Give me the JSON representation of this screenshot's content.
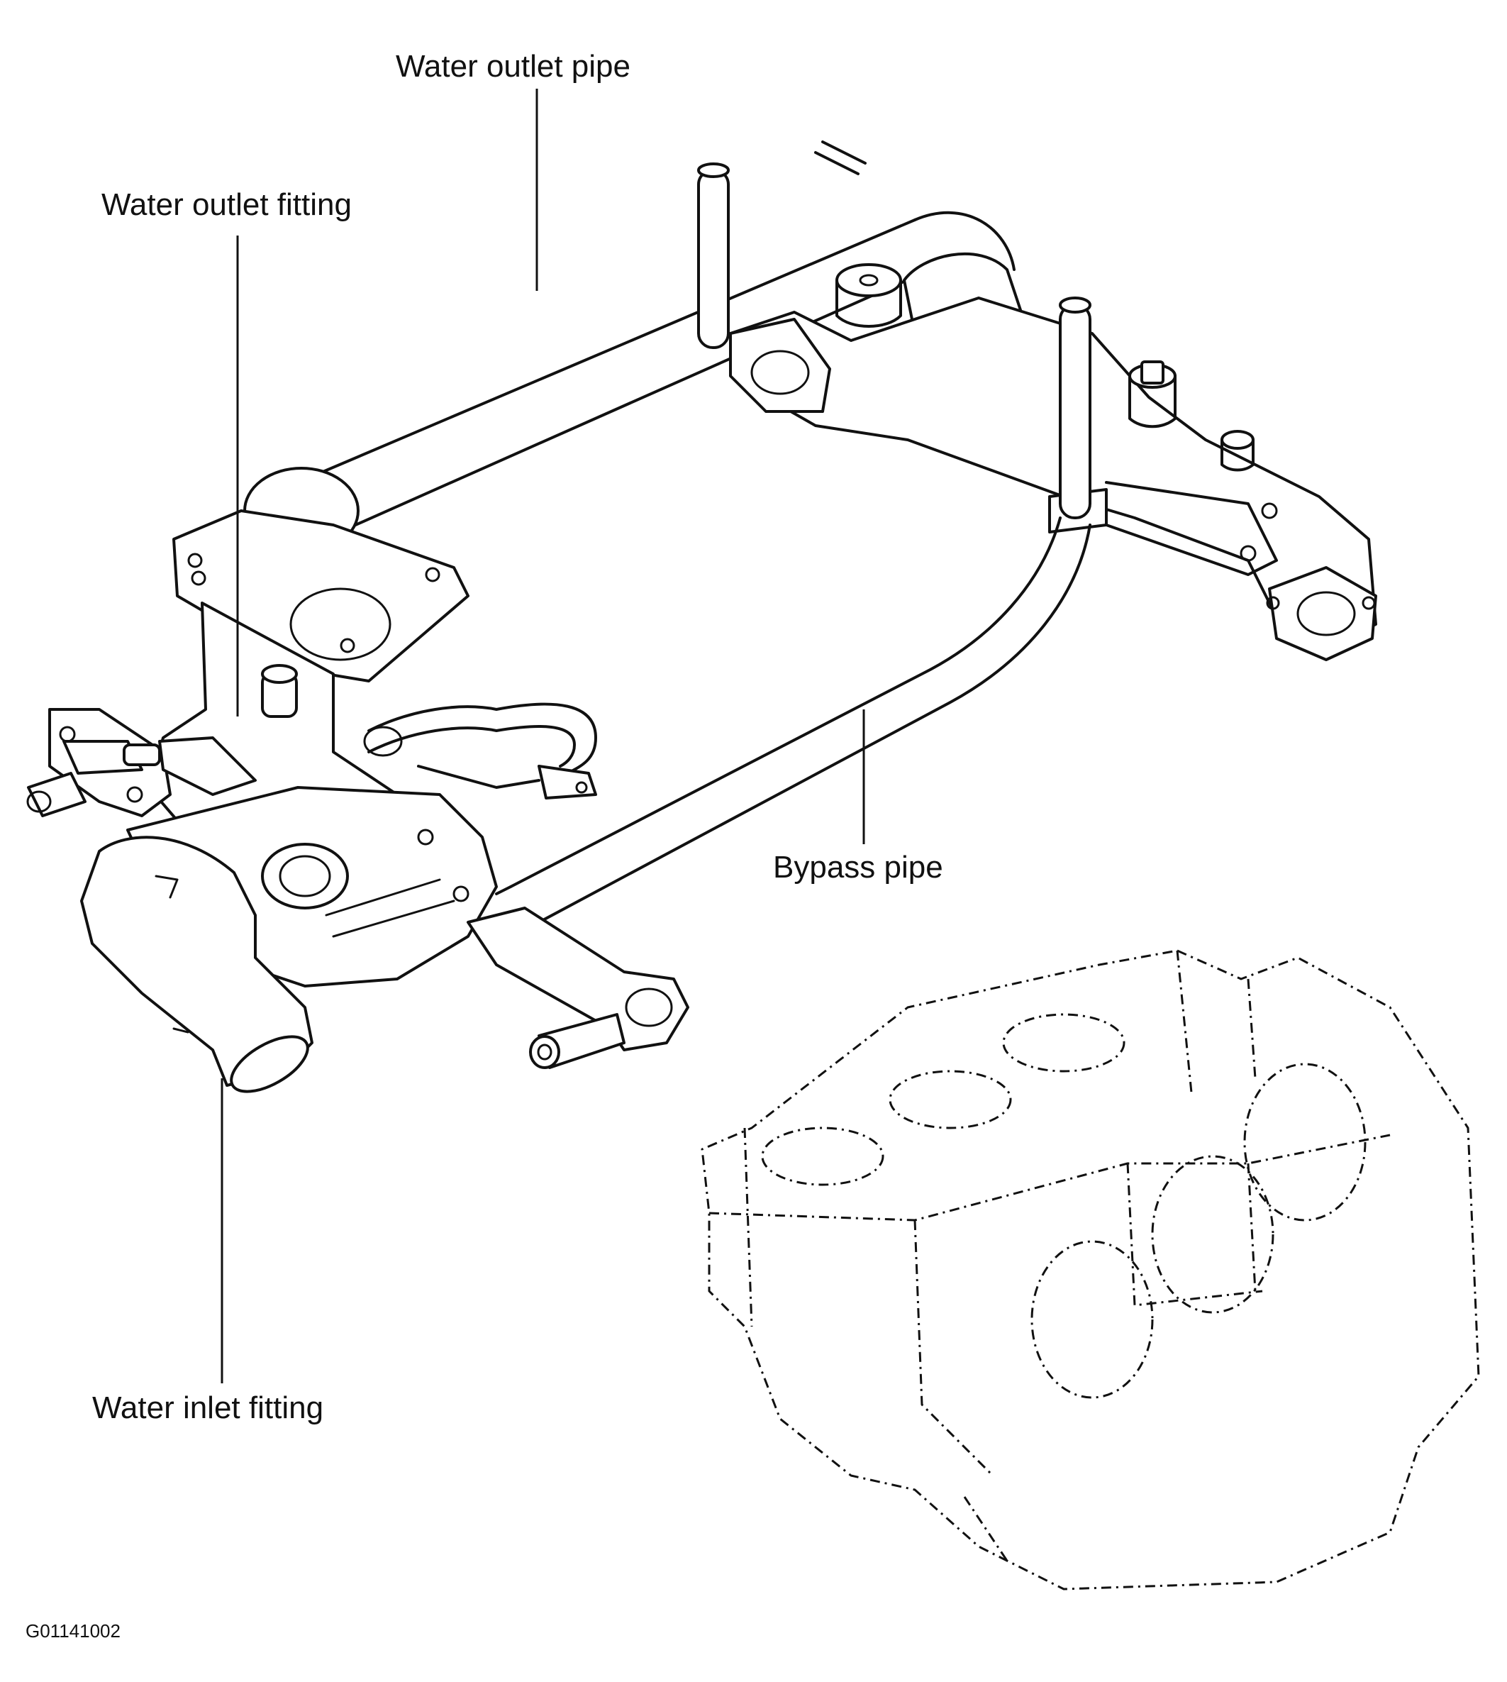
{
  "labels": {
    "water_outlet_pipe": "Water outlet pipe",
    "water_outlet_fitting": "Water outlet fitting",
    "bypass_pipe": "Bypass pipe",
    "water_inlet_fitting": "Water inlet fitting"
  },
  "figure_id": "G01141002"
}
